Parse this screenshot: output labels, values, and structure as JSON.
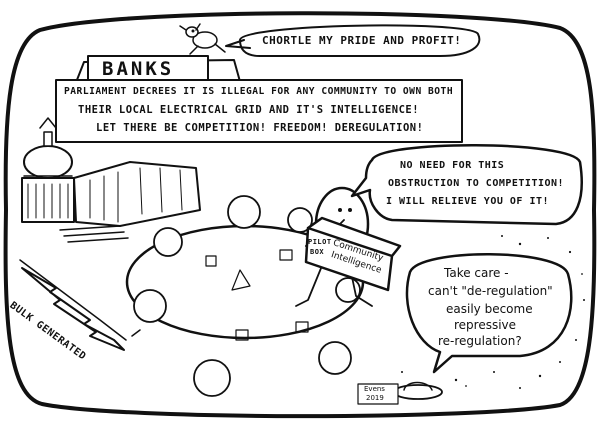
{
  "cartoon": {
    "banker_bubble": "CHORTLE MY PRIDE AND PROFIT!",
    "bank_sign": "BANKS",
    "decree_line1": "PARLIAMENT DECREES IT IS ILLEGAL FOR ANY COMMUNITY TO OWN BOTH",
    "decree_line2": "THEIR LOCAL ELECTRICAL GRID AND IT'S INTELLIGENCE!",
    "decree_line3": "LET THERE BE COMPETITION! FREEDOM! DEREGULATION!",
    "robot_bubble_line1": "NO NEED FOR THIS",
    "robot_bubble_line2": "OBSTRUCTION TO COMPETITION!",
    "robot_bubble_line3": "I WILL RELIEVE YOU OF IT!",
    "box_label_line1": "Community",
    "box_label_line2": "Intelligence",
    "box_side_label_line1": "PILOT",
    "box_side_label_line2": "BOX",
    "warning_line1": "Take care -",
    "warning_line2": "can't \"de-regulation\"",
    "warning_line3": "easily become",
    "warning_line4": "repressive",
    "warning_line5": "re-regulation?",
    "bulk_label": "BULK GENERATED",
    "signature_line1": "Evens",
    "signature_line2": "2019"
  }
}
